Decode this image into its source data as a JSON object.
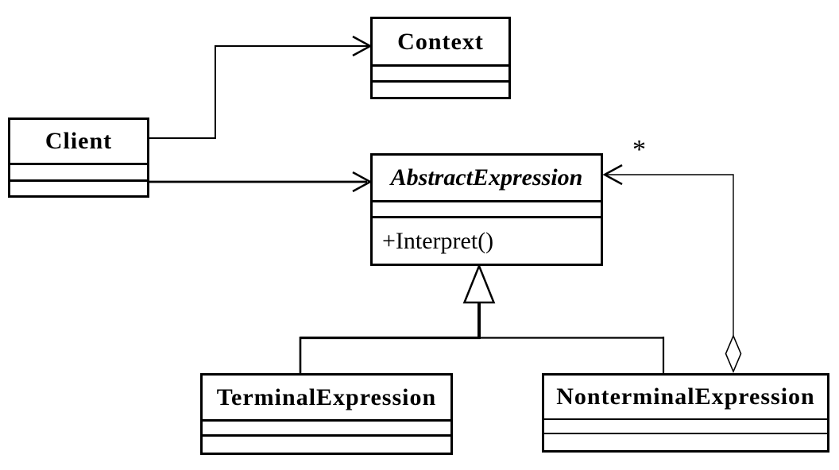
{
  "diagram": {
    "pattern_classes": {
      "client": {
        "name": "Client",
        "attributes": [],
        "methods": []
      },
      "context": {
        "name": "Context",
        "attributes": [],
        "methods": []
      },
      "abstract_expression": {
        "name": "AbstractExpression",
        "attributes": [],
        "methods": [
          "+Interpret()"
        ]
      },
      "terminal_expression": {
        "name": "TerminalExpression",
        "attributes": [],
        "methods": []
      },
      "nonterminal_expression": {
        "name": "NonterminalExpression",
        "attributes": [],
        "methods": []
      }
    },
    "relationships": [
      {
        "from": "Client",
        "to": "Context",
        "type": "association"
      },
      {
        "from": "Client",
        "to": "AbstractExpression",
        "type": "association"
      },
      {
        "from": "TerminalExpression",
        "to": "AbstractExpression",
        "type": "generalization"
      },
      {
        "from": "NonterminalExpression",
        "to": "AbstractExpression",
        "type": "generalization"
      },
      {
        "from": "NonterminalExpression",
        "to": "AbstractExpression",
        "type": "aggregation",
        "multiplicity": "*"
      }
    ],
    "colors": {
      "line": "#000000",
      "background": "#ffffff"
    }
  }
}
